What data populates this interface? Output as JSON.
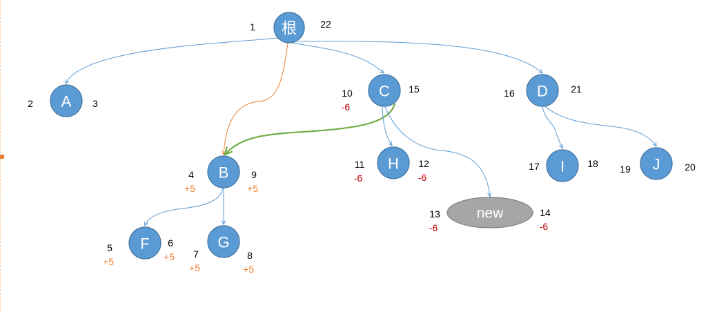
{
  "colors": {
    "node_fill": "#5b9bd5",
    "node_stroke": "#41719c",
    "new_fill": "#a6a6a6",
    "new_stroke": "#7f7f7f",
    "edge_blue": "#5b9bd5",
    "edge_orange": "#ed7d31",
    "edge_green": "#70ad47",
    "label_black": "#000000",
    "delta_orange": "#ed7d31",
    "delta_red": "#c00000"
  },
  "nodes": [
    {
      "id": "root",
      "label": "根",
      "left": {
        "num": "1"
      },
      "right": {
        "num": "22"
      }
    },
    {
      "id": "A",
      "label": "A",
      "left": {
        "num": "2"
      },
      "right": {
        "num": "3"
      }
    },
    {
      "id": "C",
      "label": "C",
      "left": {
        "num": "10",
        "delta": "-6"
      },
      "right": {
        "num": "15"
      }
    },
    {
      "id": "D",
      "label": "D",
      "left": {
        "num": "16"
      },
      "right": {
        "num": "21"
      }
    },
    {
      "id": "B",
      "label": "B",
      "left": {
        "num": "4",
        "delta": "+5"
      },
      "right": {
        "num": "9",
        "delta": "+5"
      }
    },
    {
      "id": "H",
      "label": "H",
      "left": {
        "num": "11",
        "delta": "-6"
      },
      "right": {
        "num": "12",
        "delta": "-6"
      }
    },
    {
      "id": "I",
      "label": "I",
      "left": {
        "num": "17"
      },
      "right": {
        "num": "18"
      }
    },
    {
      "id": "J",
      "label": "J",
      "left": {
        "num": "19"
      },
      "right": {
        "num": "20"
      }
    },
    {
      "id": "F",
      "label": "F",
      "left": {
        "num": "5",
        "delta": "+5"
      },
      "right": {
        "num": "6",
        "delta": "+5"
      }
    },
    {
      "id": "G",
      "label": "G",
      "left": {
        "num": "7",
        "delta": "+5"
      },
      "right": {
        "num": "8",
        "delta": "+5"
      }
    },
    {
      "id": "new",
      "label": "new",
      "left": {
        "num": "13",
        "delta": "-6"
      },
      "right": {
        "num": "14",
        "delta": "-6"
      }
    }
  ],
  "edges": [
    {
      "from": "root",
      "to": "A",
      "color": "blue"
    },
    {
      "from": "root",
      "to": "C",
      "color": "blue"
    },
    {
      "from": "root",
      "to": "D",
      "color": "blue"
    },
    {
      "from": "root",
      "to": "B",
      "color": "orange"
    },
    {
      "from": "C",
      "to": "B",
      "color": "green"
    },
    {
      "from": "C",
      "to": "H",
      "color": "blue"
    },
    {
      "from": "C",
      "to": "new",
      "color": "blue"
    },
    {
      "from": "D",
      "to": "I",
      "color": "blue"
    },
    {
      "from": "D",
      "to": "J",
      "color": "blue"
    },
    {
      "from": "B",
      "to": "F",
      "color": "blue"
    },
    {
      "from": "B",
      "to": "G",
      "color": "blue"
    }
  ]
}
